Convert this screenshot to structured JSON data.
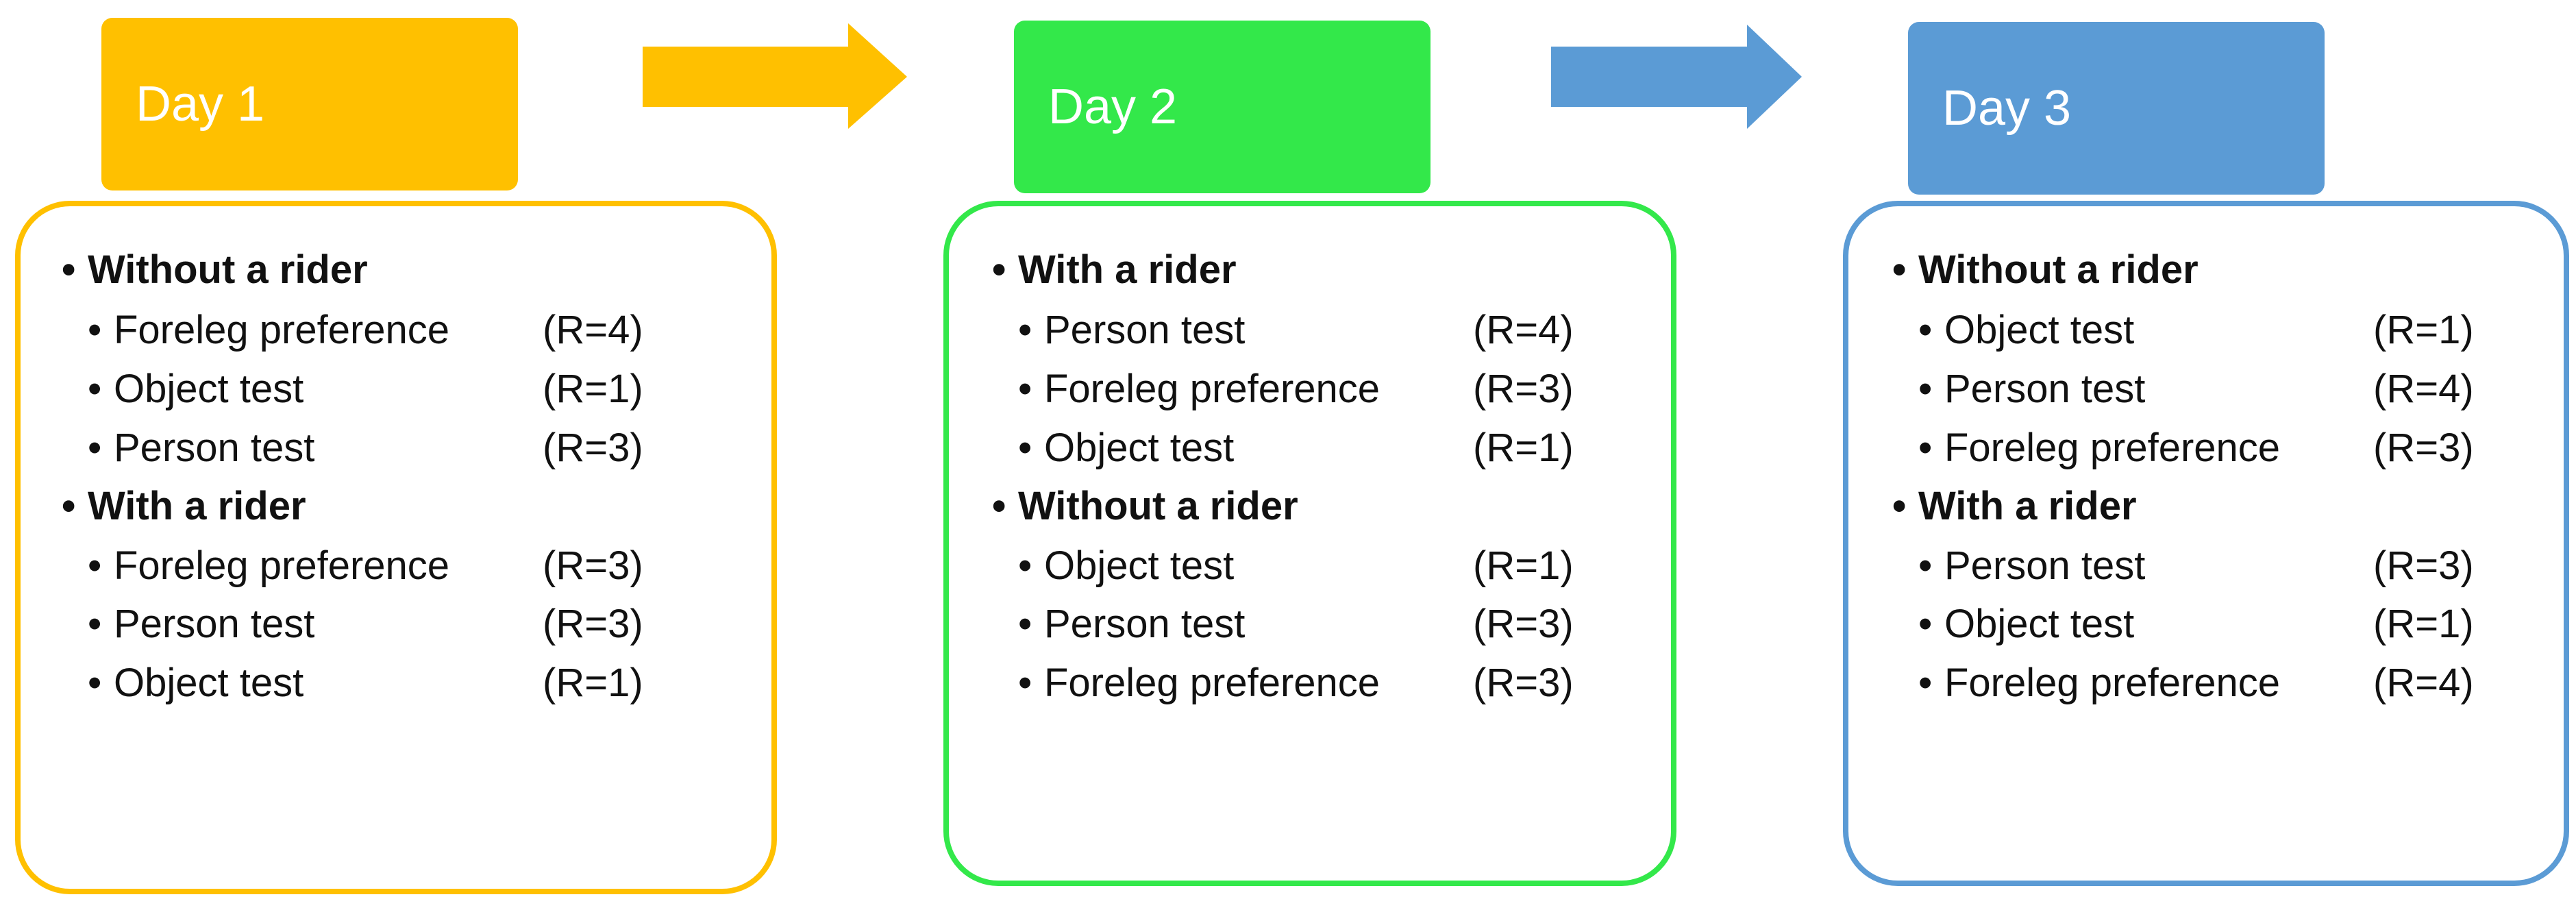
{
  "colors": {
    "day1": "#FFC000",
    "day2": "#33E84A",
    "day3": "#5B9BD5"
  },
  "days": [
    {
      "header": "Day 1",
      "groups": [
        {
          "title": "Without a rider",
          "items": [
            {
              "label": "Foreleg preference",
              "r": "(R=4)"
            },
            {
              "label": "Object test",
              "r": "(R=1)"
            },
            {
              "label": "Person test",
              "r": "(R=3)"
            }
          ]
        },
        {
          "title": "With a rider",
          "items": [
            {
              "label": "Foreleg preference",
              "r": "(R=3)"
            },
            {
              "label": "Person test",
              "r": "(R=3)"
            },
            {
              "label": "Object test",
              "r": "(R=1)"
            }
          ]
        }
      ]
    },
    {
      "header": "Day 2",
      "groups": [
        {
          "title": "With a rider",
          "items": [
            {
              "label": "Person test",
              "r": "(R=4)"
            },
            {
              "label": "Foreleg preference",
              "r": "(R=3)"
            },
            {
              "label": "Object test",
              "r": "(R=1)"
            }
          ]
        },
        {
          "title": "Without a rider",
          "items": [
            {
              "label": "Object test",
              "r": "(R=1)"
            },
            {
              "label": "Person test",
              "r": "(R=3)"
            },
            {
              "label": "Foreleg preference",
              "r": "(R=3)"
            }
          ]
        }
      ]
    },
    {
      "header": "Day 3",
      "groups": [
        {
          "title": "Without a rider",
          "items": [
            {
              "label": "Object test",
              "r": "(R=1)"
            },
            {
              "label": "Person test",
              "r": "(R=4)"
            },
            {
              "label": "Foreleg preference",
              "r": "(R=3)"
            }
          ]
        },
        {
          "title": "With a rider",
          "items": [
            {
              "label": "Person test",
              "r": "(R=3)"
            },
            {
              "label": "Object test",
              "r": "(R=1)"
            },
            {
              "label": "Foreleg preference",
              "r": "(R=4)"
            }
          ]
        }
      ]
    }
  ]
}
